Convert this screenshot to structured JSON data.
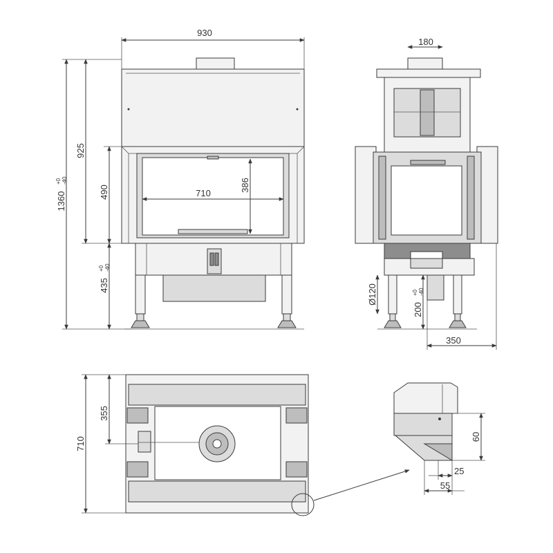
{
  "dimensions": {
    "front_width": "930",
    "front_height_upper": "925",
    "front_total_height": "1360",
    "front_total_tol": "+0",
    "front_total_tol2": "-40",
    "door_height": "490",
    "glass_width": "710",
    "glass_height": "386",
    "legs_height": "435",
    "legs_tol": "+0",
    "legs_tol2": "-40",
    "flue_diameter": "180",
    "air_inlet_diameter": "Ø120",
    "air_inlet_height": "200",
    "air_inlet_tol": "+0",
    "air_inlet_tol2": "-40",
    "side_depth": "350",
    "plan_depth": "710",
    "plan_half_depth": "355",
    "detail_height": "60",
    "detail_width_small": "25",
    "detail_width_large": "55"
  },
  "colors": {
    "line": "#3a3a3a",
    "text": "#333333"
  }
}
